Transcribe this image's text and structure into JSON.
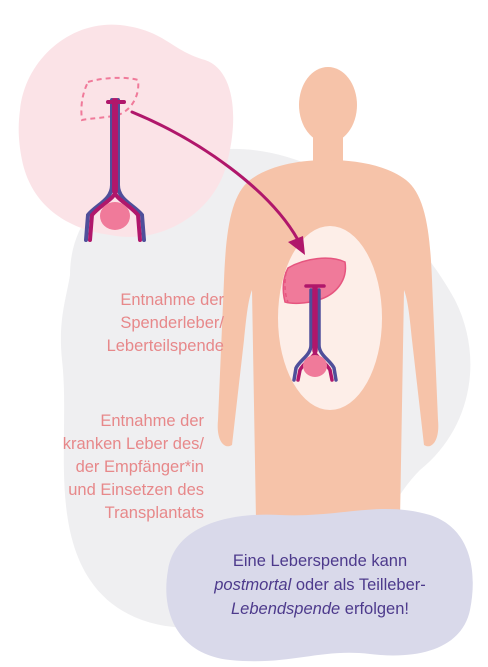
{
  "captions": {
    "donor": [
      "Entnahme der",
      "Spenderleber/",
      "Leberteilspende"
    ],
    "recipient": [
      "Entnahme der",
      "kranken Leber des/",
      "der Empfänger*in",
      "und Einsetzen des",
      "Transplantats"
    ]
  },
  "note": {
    "line1": "Eine Leberspende kann",
    "line2_em": "postmortal",
    "line2_rest": " oder als Teilleber-",
    "line3_em": "Lebendspende",
    "line3_rest": " erfolgen!"
  },
  "colors": {
    "donor_blob": "#fbe3e7",
    "grey_blob": "#efeff1",
    "note_blob": "#d9d9ea",
    "body": "#f6c3a9",
    "abdomen": "#fdeee8",
    "liver": "#f07a9a",
    "vessel_red": "#b0176b",
    "vessel_blue": "#4f4f9a",
    "caption_text": "#e7888a",
    "note_text": "#4d3a8c"
  }
}
